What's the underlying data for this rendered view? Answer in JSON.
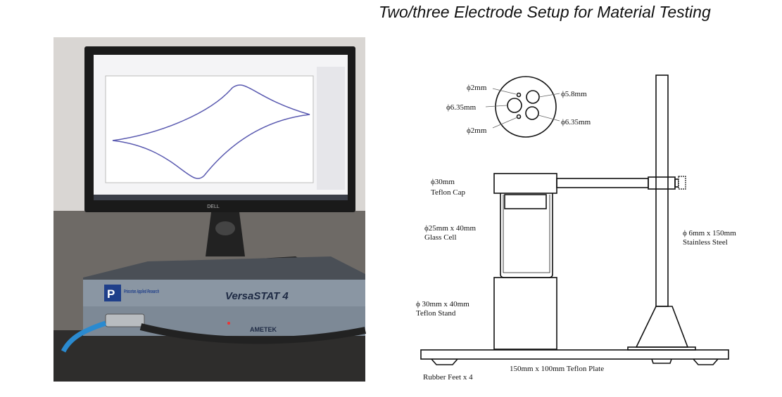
{
  "title": "Two/three Electrode Setup for Material Testing",
  "photo": {
    "monitor_brand": "DELL",
    "instrument_maker": "Princeton Applied Research",
    "instrument_model": "VersaSTAT 4",
    "instrument_brand": "AMETEK"
  },
  "diagram": {
    "cap_holes": {
      "small_top": "ϕ2mm",
      "left": "ϕ6.35mm",
      "small_bottom": "ϕ2mm",
      "top_right": "ϕ5.8mm",
      "bottom_right": "ϕ6.35mm"
    },
    "cap": {
      "size": "ϕ30mm",
      "name": "Teflon Cap"
    },
    "cell": {
      "size": "ϕ25mm x 40mm",
      "name": "Glass Cell"
    },
    "stand": {
      "size": "ϕ 30mm x 40mm",
      "name": "Teflon Stand"
    },
    "rod": {
      "size": "ϕ 6mm x 150mm",
      "name": "Stainless Steel"
    },
    "plate": "150mm x 100mm Teflon Plate",
    "feet": "Rubber Feet x 4"
  }
}
